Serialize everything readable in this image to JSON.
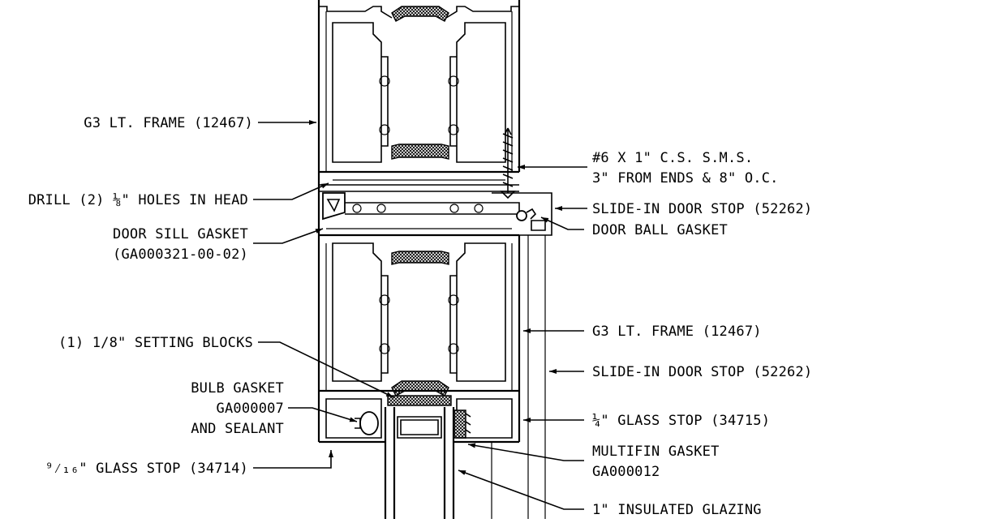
{
  "callouts": {
    "left": [
      {
        "key": "frame_top",
        "lines": [
          "G3 LT. FRAME (12467)"
        ]
      },
      {
        "key": "drill",
        "lines": [
          "DRILL (2) ⅛\" HOLES IN HEAD"
        ]
      },
      {
        "key": "sill_gasket",
        "lines": [
          "DOOR SILL GASKET",
          "(GA000321-00-02)"
        ]
      },
      {
        "key": "setting_blocks",
        "lines": [
          "(1) 1/8\" SETTING BLOCKS"
        ]
      },
      {
        "key": "bulb_gasket",
        "lines": [
          "BULB GASKET",
          "GA000007",
          "AND SEALANT"
        ]
      },
      {
        "key": "glass_stop_916",
        "lines": [
          "⁹⁄₁₆\" GLASS STOP (34714)"
        ]
      }
    ],
    "right": [
      {
        "key": "screw",
        "lines": [
          "#6 X 1\" C.S. S.M.S.",
          "3\" FROM ENDS & 8\" O.C."
        ]
      },
      {
        "key": "door_stop_top",
        "lines": [
          "SLIDE-IN DOOR STOP (52262)"
        ]
      },
      {
        "key": "ball_gasket",
        "lines": [
          "DOOR BALL GASKET"
        ]
      },
      {
        "key": "frame_bottom",
        "lines": [
          "G3 LT. FRAME (12467)"
        ]
      },
      {
        "key": "door_stop_bottom",
        "lines": [
          "SLIDE-IN DOOR STOP (52262)"
        ]
      },
      {
        "key": "glass_stop_14",
        "lines": [
          "¼\" GLASS STOP (34715)"
        ]
      },
      {
        "key": "multifin",
        "lines": [
          "MULTIFIN GASKET",
          "GA000012"
        ]
      },
      {
        "key": "glazing",
        "lines": [
          "1\" INSULATED GLAZING"
        ]
      }
    ]
  }
}
